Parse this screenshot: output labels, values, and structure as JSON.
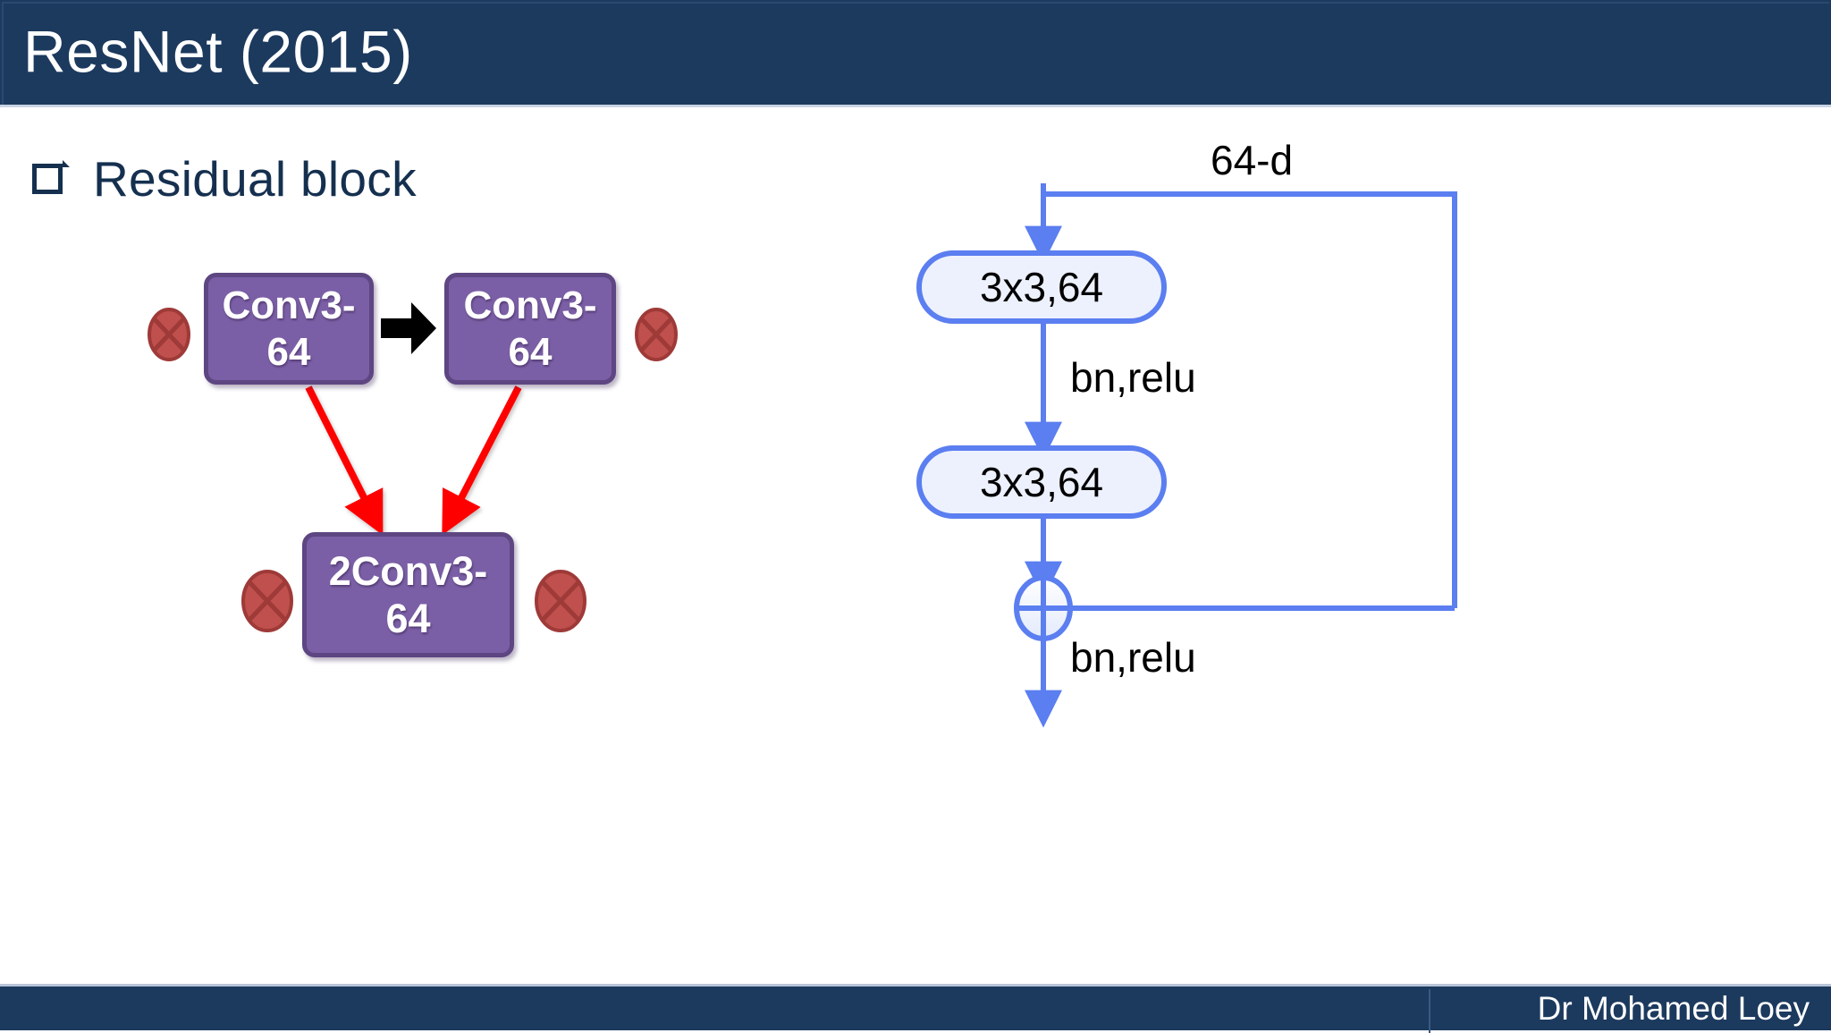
{
  "slide": {
    "title": "ResNet (2015)",
    "heading": "Residual block",
    "bullet_icon": "hollow-square-bullet",
    "footer_author": "Dr Mohamed Loey",
    "colors": {
      "title_bar": "#1C3A5E",
      "title_text": "#FFFFFF",
      "heading_text": "#15304F",
      "purple_box_fill": "#7B5FA6",
      "purple_box_border": "#5D4682",
      "purple_box_text": "#FFFFFF",
      "x_mark_fill": "#C0504D",
      "x_mark_border": "#9E3A38",
      "red_arrow": "#FF0000",
      "black_arrow": "#000000",
      "blue_line": "#5B7EF0",
      "blue_box_fill": "#EDF1FD",
      "blue_box_border": "#5B7EF0",
      "footer_bar": "#1C3A5E"
    }
  },
  "left_diagram": {
    "name": "conv-decomposition-diagram",
    "boxes": [
      {
        "id": "conv-a",
        "label": "Conv3-\n64"
      },
      {
        "id": "conv-b",
        "label": "Conv3-\n64"
      },
      {
        "id": "two-conv",
        "label": "2Conv3-\n64"
      }
    ],
    "box_labels": {
      "conv_a": "Conv3-64",
      "conv_b": "Conv3-64",
      "two_conv": "2Conv3-64"
    },
    "x_marks": [
      {
        "id": "x-left-a",
        "icon": "x-mark-icon"
      },
      {
        "id": "x-right-a",
        "icon": "x-mark-icon"
      },
      {
        "id": "x-left-b",
        "icon": "x-mark-icon"
      },
      {
        "id": "x-right-b",
        "icon": "x-mark-icon"
      }
    ],
    "arrows": [
      {
        "id": "black-arrow",
        "icon": "right-block-arrow-icon",
        "color": "#000000"
      },
      {
        "id": "red-arrow-left",
        "icon": "down-right-arrow-icon",
        "color": "#FF0000"
      },
      {
        "id": "red-arrow-right",
        "icon": "down-left-arrow-icon",
        "color": "#FF0000"
      }
    ]
  },
  "right_diagram": {
    "name": "residual-block-diagram",
    "input_label": "64-d",
    "conv1_label": "3x3,64",
    "conv2_label": "3x3,64",
    "bnrelu1_label": "bn,relu",
    "bnrelu2_label": "bn,relu",
    "sum_node_icon": "circled-plus-icon",
    "skip_connection": "identity-shortcut"
  }
}
